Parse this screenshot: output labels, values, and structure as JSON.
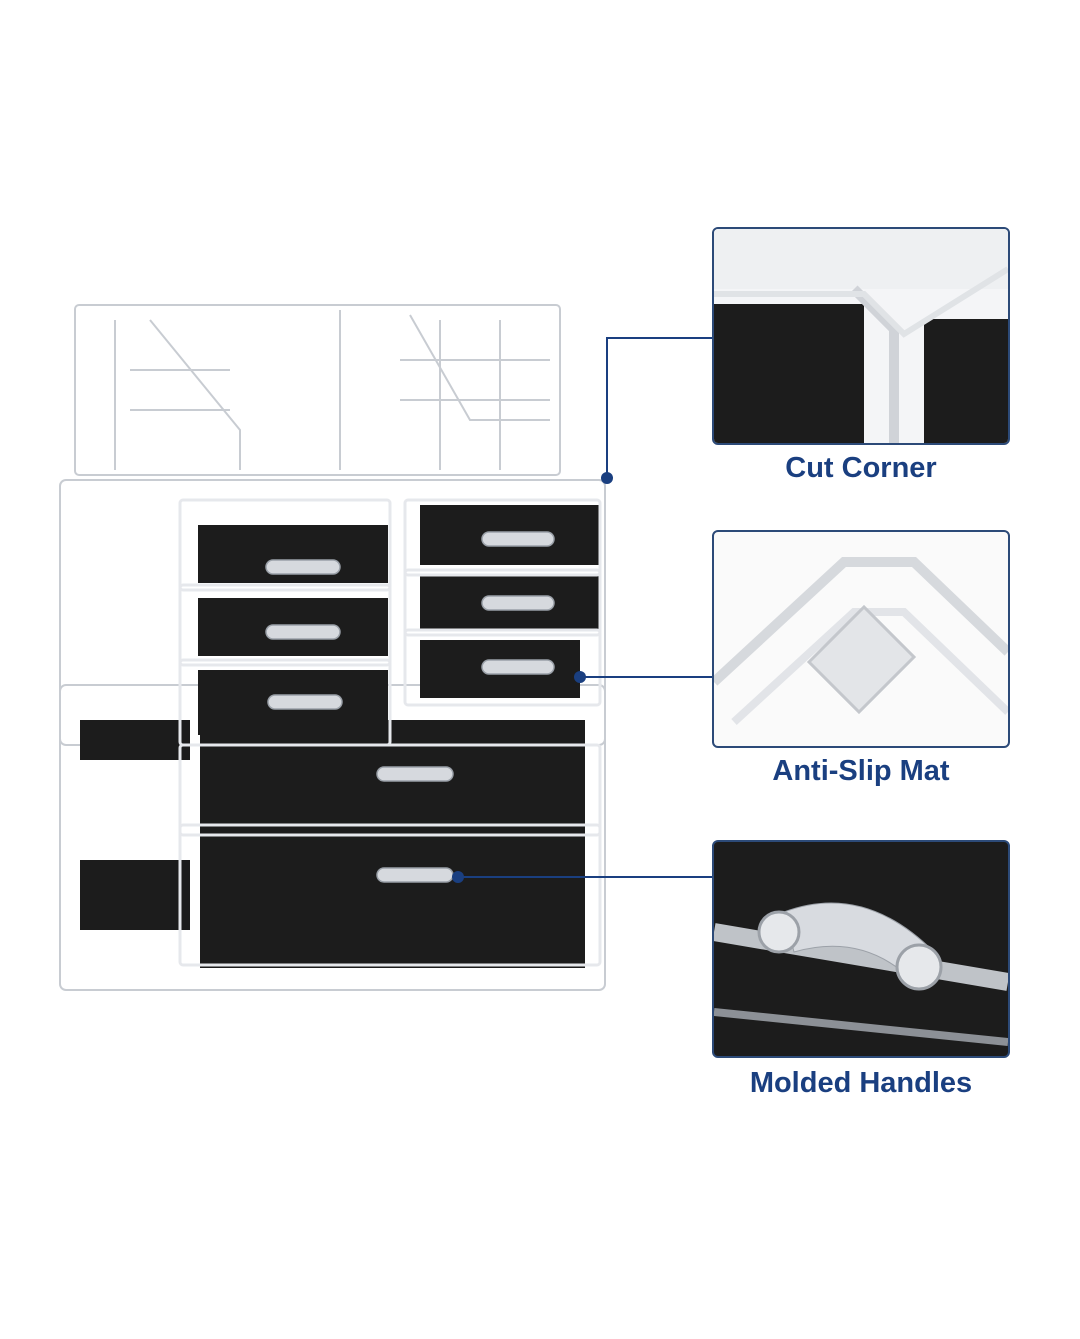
{
  "features": [
    {
      "label": "Cut Corner",
      "icon": "cut-corner-detail"
    },
    {
      "label": "Anti-Slip Mat",
      "icon": "anti-slip-mat-detail"
    },
    {
      "label": "Molded Handles",
      "icon": "molded-handle-detail"
    }
  ],
  "colors": {
    "accent": "#1a3f80",
    "border": "#2c4a78",
    "mat": "#1c1c1c"
  }
}
